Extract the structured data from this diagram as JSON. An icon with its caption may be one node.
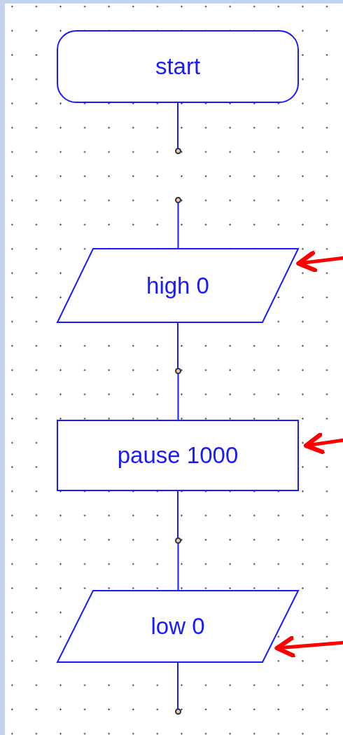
{
  "diagram": {
    "nodes": [
      {
        "text": [
          "start"
        ]
      },
      {
        "text": [],
        "shape": "circle"
      },
      {
        "text": [],
        "shape": "circle"
      },
      {
        "text": [
          "high 0"
        ]
      },
      {
        "text": [],
        "shape": "circle"
      },
      {
        "text": [
          "pause 1000"
        ]
      },
      {
        "text": [],
        "shape": "circle"
      },
      {
        "text": [
          "low 0"
        ]
      },
      {
        "text": [],
        "shape": "circle"
      }
    ],
    "edges": [
      {
        "from": 0,
        "to": 1,
        "arrow": "none"
      },
      {
        "from": 2,
        "to": 3,
        "arrow": "none"
      },
      {
        "from": 3,
        "to": 4,
        "arrow": "none"
      },
      {
        "from": 4,
        "to": 5,
        "arrow": "none"
      },
      {
        "from": 5,
        "to": 6,
        "arrow": "none"
      },
      {
        "from": 6,
        "to": 7,
        "arrow": "none"
      },
      {
        "from": 7,
        "to": 8,
        "arrow": "none"
      },
      {
        "from": null,
        "to": 3,
        "arrow": "to",
        "style": "thick",
        "color": "#ff0000"
      },
      {
        "from": null,
        "to": 5,
        "arrow": "to",
        "style": "thick",
        "color": "#ff0000"
      },
      {
        "from": null,
        "to": 7,
        "arrow": "to",
        "style": "thick",
        "color": "#ff0000"
      }
    ]
  }
}
